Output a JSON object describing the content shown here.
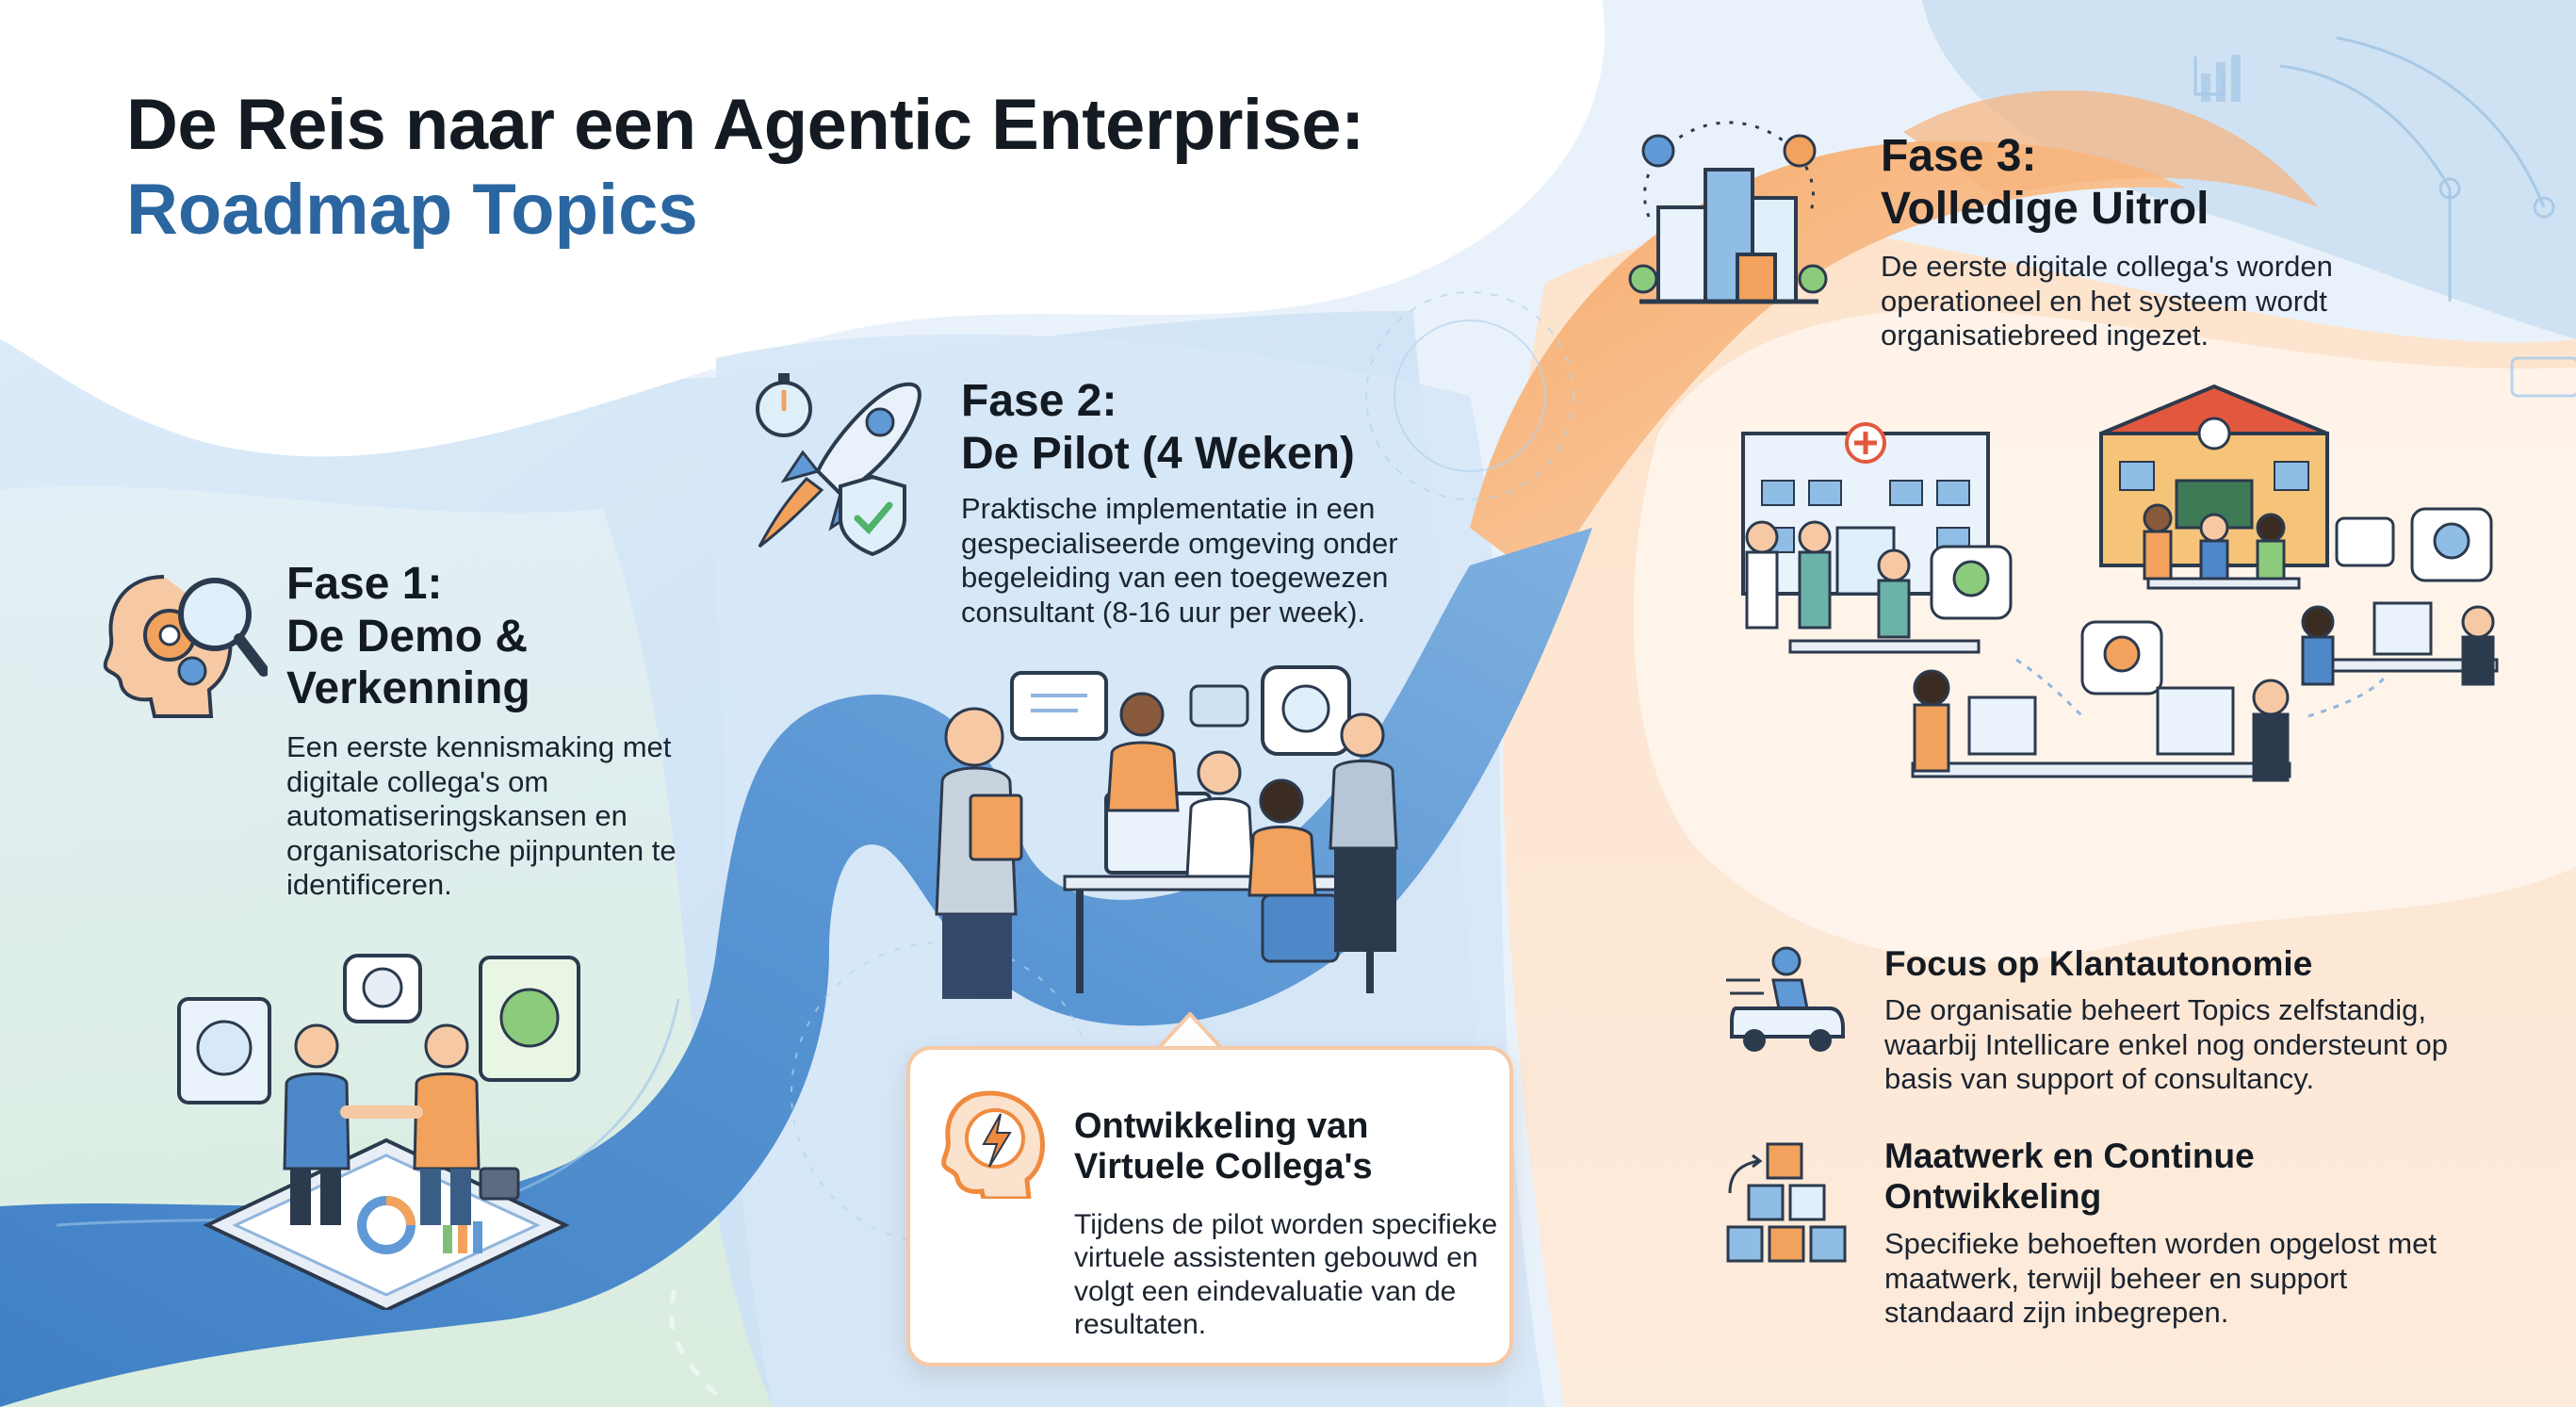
{
  "title": {
    "line1": "De Reis naar een Agentic Enterprise:",
    "line2": "Roadmap Topics"
  },
  "colors": {
    "title_accent": "#2b66a0",
    "path_blue": "#4f88c9",
    "phase3_orange": "#f5a66a",
    "callout_border": "#f6c9a6"
  },
  "phases": [
    {
      "heading_1": "Fase 1:",
      "heading_2": "De Demo &",
      "heading_3": "Verkenning",
      "text": "Een eerste kennismaking met digitale collega's om automatiseringskansen en organisatorische pijnpunten te identificeren.",
      "icon": "head-gear-magnifier-icon"
    },
    {
      "heading_1": "Fase 2:",
      "heading_2": "De Pilot (4 Weken)",
      "text": "Praktische implementatie in een gespecialiseerde omgeving onder begeleiding van een toegewezen consultant (8-16 uur per week).",
      "icon": "rocket-stopwatch-shield-icon"
    },
    {
      "heading_1": "Fase 3:",
      "heading_2": "Volledige Uitrol",
      "text": "De eerste digitale collega's worden operationeel en het systeem wordt organisatiebreed ingezet.",
      "icon": "city-buildings-icon"
    }
  ],
  "callout": {
    "heading_1": "Ontwikkeling van",
    "heading_2": "Virtuele Collega's",
    "text": "Tijdens de pilot worden specifieke virtuele assistenten gebouwd en volgt een eindevaluatie van de resultaten.",
    "icon": "brain-lightning-icon"
  },
  "features": [
    {
      "heading": "Focus op Klantautonomie",
      "text": "De organisatie beheert Topics zelfstandig, waarbij Intellicare enkel nog ondersteunt op basis van support of consultancy.",
      "icon": "person-driving-car-icon"
    },
    {
      "heading_1": "Maatwerk en Continue",
      "heading_2": "Ontwikkeling",
      "text": "Specifieke behoeften worden opgelost met maatwerk, terwijl beheer en support standaard zijn inbegrepen.",
      "icon": "cubes-icon"
    }
  ]
}
